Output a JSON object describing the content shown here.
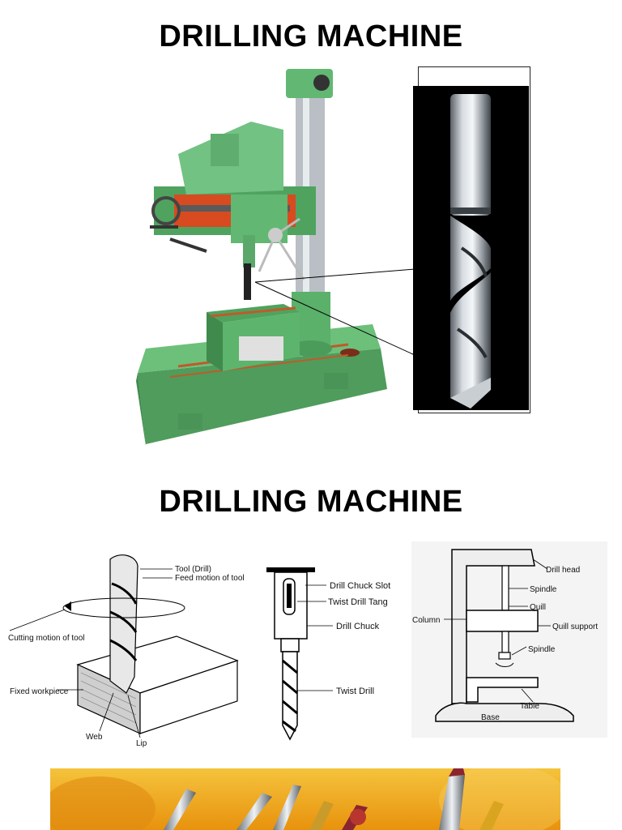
{
  "slide1": {
    "title": "DRILLING MACHINE"
  },
  "slide2": {
    "title": "DRILLING MACHINE",
    "fig_drill": {
      "labels": {
        "tool": "Tool (Drill)",
        "feed": "Feed motion of tool",
        "cutting": "Cutting motion of tool",
        "workpiece": "Fixed workpiece",
        "web": "Web",
        "lip": "Lip"
      }
    },
    "fig_chuck": {
      "labels": {
        "slot": "Drill Chuck Slot",
        "tang": "Twist Drill Tang",
        "chuck": "Drill Chuck",
        "twist": "Twist Drill"
      }
    },
    "fig_press": {
      "labels": {
        "head": "Drill head",
        "spindle_top": "Spindle",
        "quill": "Quill",
        "column": "Column",
        "quill_support": "Quill support",
        "spindle_bottom": "Spindle",
        "table": "Table",
        "base": "Base"
      }
    }
  },
  "colors": {
    "machine_green": "#5fb06a",
    "banner_orange": "#f2a516",
    "photo_bg": "#000000"
  }
}
